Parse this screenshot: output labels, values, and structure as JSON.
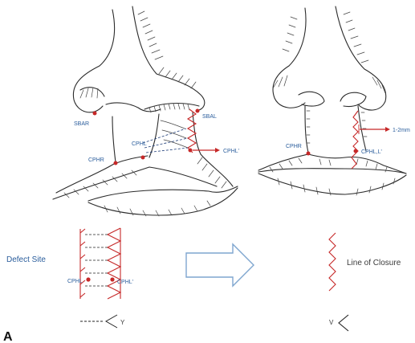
{
  "figure": {
    "panel_label": "A",
    "before_labels": {
      "sbar": "SBAR",
      "sbal": "SBAL",
      "cphr": "CPHR",
      "cphl_upper": "CPHL",
      "cphl_prime": "CPHL'"
    },
    "after_labels": {
      "cphr": "CPHR",
      "cphl_merged": "CPHL,L'",
      "gap": "1-2mm"
    },
    "schematic": {
      "defect_site": "Defect Site",
      "cphl": "CPHL",
      "cphl_prime": "CPHL'",
      "line_of_closure": "Line of Closure",
      "legend_y": "Y",
      "legend_v": "V"
    },
    "colors": {
      "label_blue": "#2a5d9c",
      "marking_red": "#c62828",
      "arrow_outline": "#7fa6cf"
    }
  }
}
